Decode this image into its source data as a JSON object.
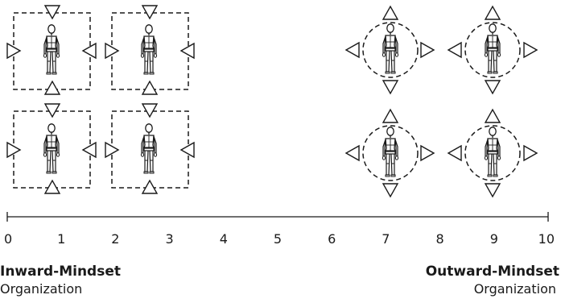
{
  "scale": {
    "ticks": [
      "0",
      "1",
      "2",
      "3",
      "4",
      "5",
      "6",
      "7",
      "8",
      "9",
      "10"
    ]
  },
  "left_end": {
    "title": "Inward-Mindset",
    "subtitle": "Organization"
  },
  "right_end": {
    "title": "Outward-Mindset",
    "subtitle": "Organization"
  },
  "icons": {
    "person": "person-figure-icon",
    "inward_pointer": "inward-arrow-icon",
    "outward_pointer": "outward-arrow-icon",
    "square_boundary": "dashed-square-boundary",
    "circle_boundary": "dashed-circle-boundary"
  },
  "colors": {
    "stroke": "#1a1a1a",
    "background": "#ffffff"
  }
}
